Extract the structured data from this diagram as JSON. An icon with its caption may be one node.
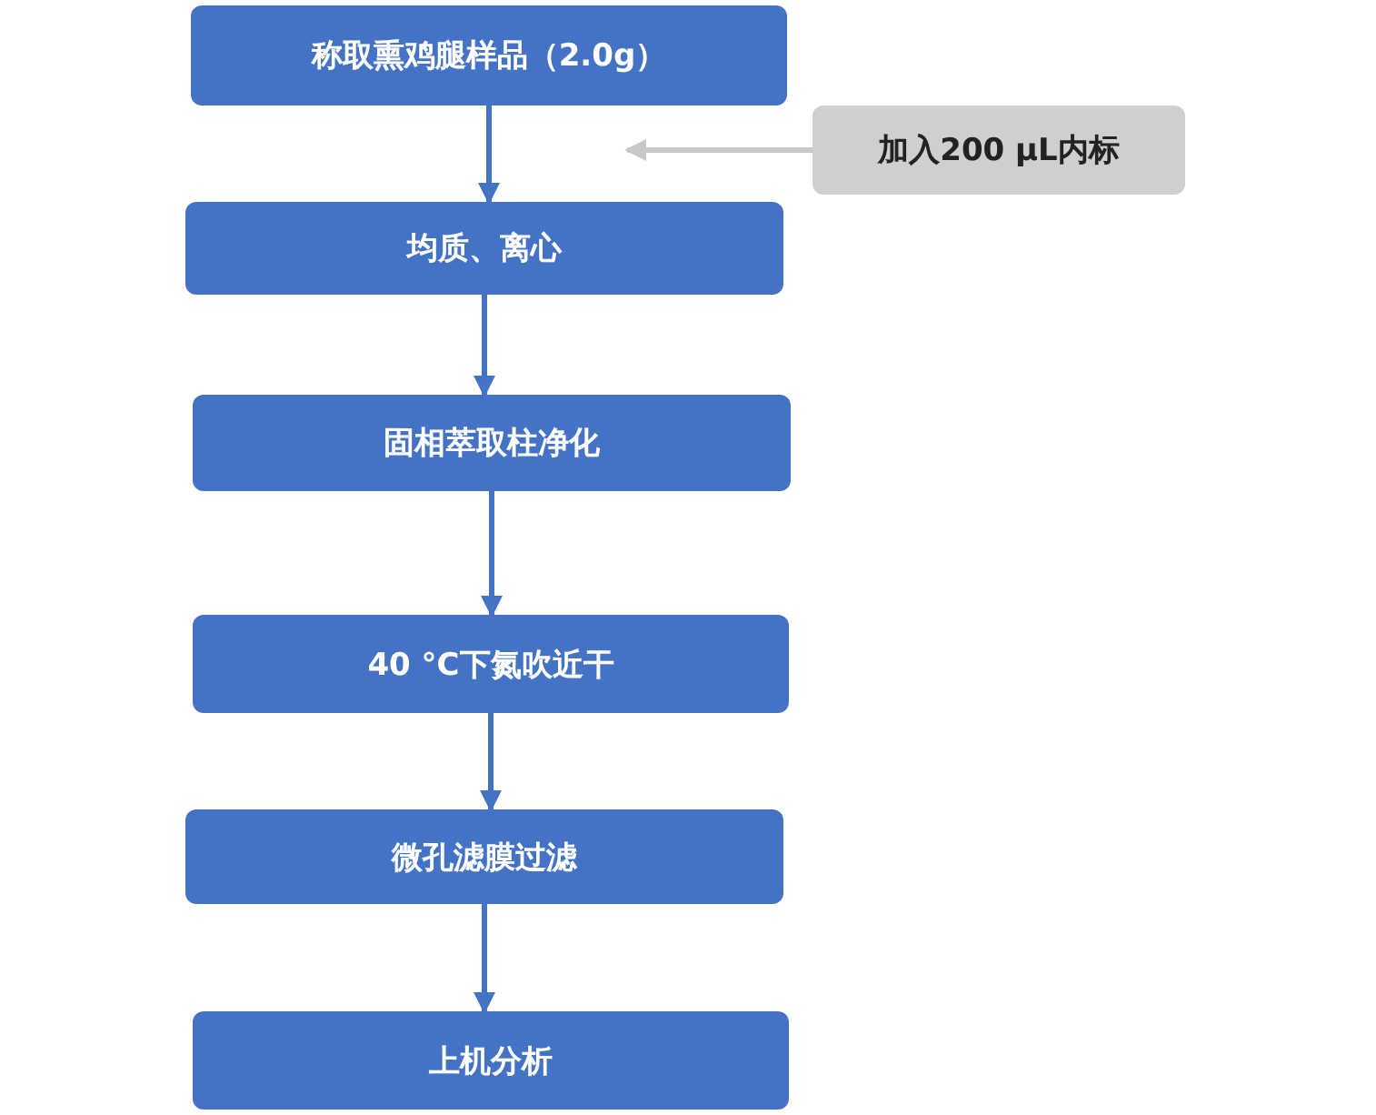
{
  "diagram": {
    "nodes": [
      {
        "text": [
          "称取熏鸡腿样品（2.0g）"
        ]
      },
      {
        "text": [
          "加入200 μL内标"
        ]
      },
      {
        "text": [
          "均质、离心"
        ]
      },
      {
        "text": [
          "固相萃取柱净化"
        ]
      },
      {
        "text": [
          "40 °C下氮吹近干"
        ]
      },
      {
        "text": [
          "微孔滤膜过滤"
        ]
      },
      {
        "text": [
          "上机分析"
        ]
      }
    ],
    "edges": [
      {
        "from": 0,
        "to": 2,
        "arrow": "to"
      },
      {
        "from": 1,
        "to": 0,
        "arrow": "to",
        "color": "#c8c8c8"
      },
      {
        "from": 2,
        "to": 3,
        "arrow": "to"
      },
      {
        "from": 3,
        "to": 4,
        "arrow": "to"
      },
      {
        "from": 4,
        "to": 5,
        "arrow": "to"
      },
      {
        "from": 5,
        "to": 6,
        "arrow": "to"
      }
    ]
  }
}
